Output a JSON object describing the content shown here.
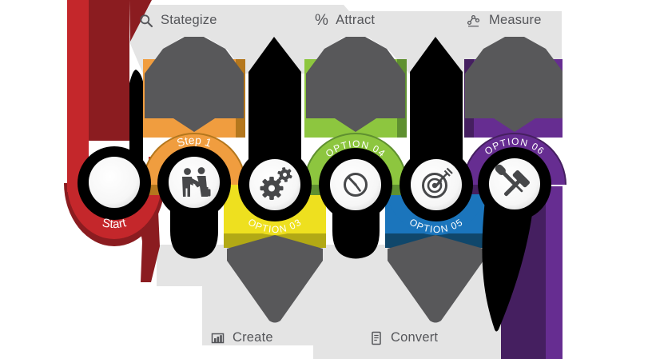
{
  "title": "Process ribbon infographic",
  "colors": {
    "panel": "#e4e4e4",
    "pentagon": "#58585a",
    "black": "#000000",
    "label_text": "#55565a",
    "white": "#ffffff"
  },
  "phases": {
    "top": [
      {
        "icon": "magnifier-icon",
        "label": "Stategize"
      },
      {
        "icon": "percent-icon",
        "glyph": "%",
        "label": "Attract"
      },
      {
        "icon": "node-graph-icon",
        "label": "Measure"
      }
    ],
    "bottom": [
      {
        "icon": "bar-chart-icon",
        "label": "Create"
      },
      {
        "icon": "document-icon",
        "label": "Convert"
      }
    ]
  },
  "steps": [
    {
      "label": "Start",
      "icon": "none",
      "ribbon": "bottom",
      "color": "#c4272b",
      "color_dark": "#8b1c20"
    },
    {
      "label": "Step 1",
      "icon": "handshake-icon",
      "ribbon": "top",
      "color": "#f09d3f",
      "color_dark": "#b4771d"
    },
    {
      "label": "OPTION 03",
      "icon": "gears-icon",
      "ribbon": "bottom",
      "color": "#eee01f",
      "color_dark": "#b2a915"
    },
    {
      "label": "OPTION 04",
      "icon": "clock-icon",
      "ribbon": "top",
      "color": "#8dc63f",
      "color_dark": "#5f9030"
    },
    {
      "label": "OPTION 05",
      "icon": "target-icon",
      "ribbon": "bottom",
      "color": "#1b75bc",
      "color_dark": "#10476b"
    },
    {
      "label": "OPTION 06",
      "icon": "tools-icon",
      "ribbon": "top",
      "color": "#662d91",
      "color_dark": "#451f60"
    }
  ]
}
